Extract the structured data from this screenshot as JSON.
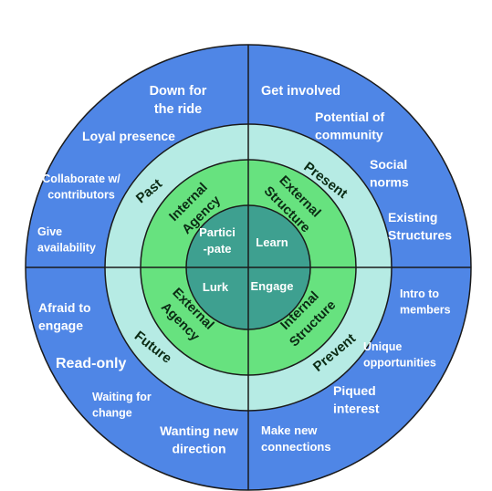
{
  "colors": {
    "outer_ring": "#4f86e6",
    "middle_ring": "#b6ebe4",
    "inner_ring": "#67e27f",
    "core": "#3ea090",
    "stroke": "#1a1a1a"
  },
  "outer": {
    "top_left": [
      "Down for|the ride",
      "Loyal presence",
      "Collaborate w/|contributors",
      "Give|availability"
    ],
    "top_right": [
      "Get involved",
      "Potential of|community",
      "Social|norms",
      "Existing|Structures"
    ],
    "bottom_left": [
      "Afraid to|engage",
      "Read-only",
      "Waiting for|change",
      "Wanting new|direction"
    ],
    "bottom_right": [
      "Intro to|members",
      "Unique|opportunities",
      "Piqued|interest",
      "Make new|connections"
    ]
  },
  "middle": {
    "past": "Past",
    "present": "Present",
    "future": "Future",
    "prevent": "Prevent"
  },
  "inner": {
    "internal_agency": "Internal|Agency",
    "external_structure": "External|Structure",
    "external_agency": "External|Agency",
    "internal_structure": "Internal|Structure"
  },
  "core": {
    "participate": "Partici|-pate",
    "learn": "Learn",
    "lurk": "Lurk",
    "engage": "Engage"
  }
}
